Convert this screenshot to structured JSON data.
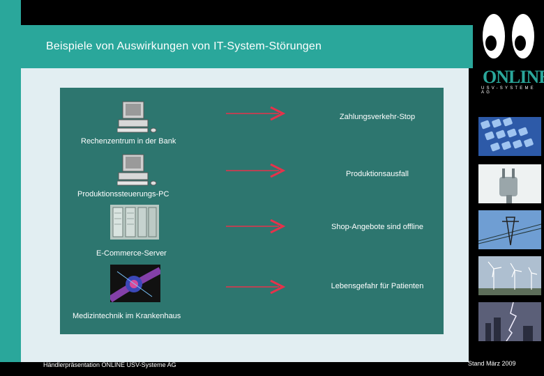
{
  "slide": {
    "title": "Beispiele von Auswirkungen  von IT-System-Störungen",
    "footer_left": "Händlerpräsentation ONLINE USV-Systeme AG",
    "footer_right": "Stand März 2009"
  },
  "logo": {
    "name": "ONLINE",
    "tagline": "USV-SYSTEME AG"
  },
  "rows": [
    {
      "source": "Rechenzentrum in der Bank",
      "effect": "Zahlungsverkehr-Stop",
      "image": "desktop-computer-icon"
    },
    {
      "source": "Produktionssteuerungs-PC",
      "effect": "Produktionsausfall",
      "image": "desktop-computer-icon"
    },
    {
      "source": "E-Commerce-Server",
      "effect": "Shop-Angebote sind offline",
      "image": "server-room-photo"
    },
    {
      "source": "Medizintechnik im Krankenhaus",
      "effect": "Lebensgefahr für Patienten",
      "image": "medical-technology-photo"
    }
  ],
  "sidebar_photos": [
    "keyboard-photo",
    "power-plug-photo",
    "power-line-photo",
    "wind-turbines-photo",
    "lightning-photo"
  ],
  "colors": {
    "teal": "#2aa79b",
    "panel": "#2d766f",
    "arrow": "#e6324b",
    "slide_bg": "#e2eef2"
  }
}
